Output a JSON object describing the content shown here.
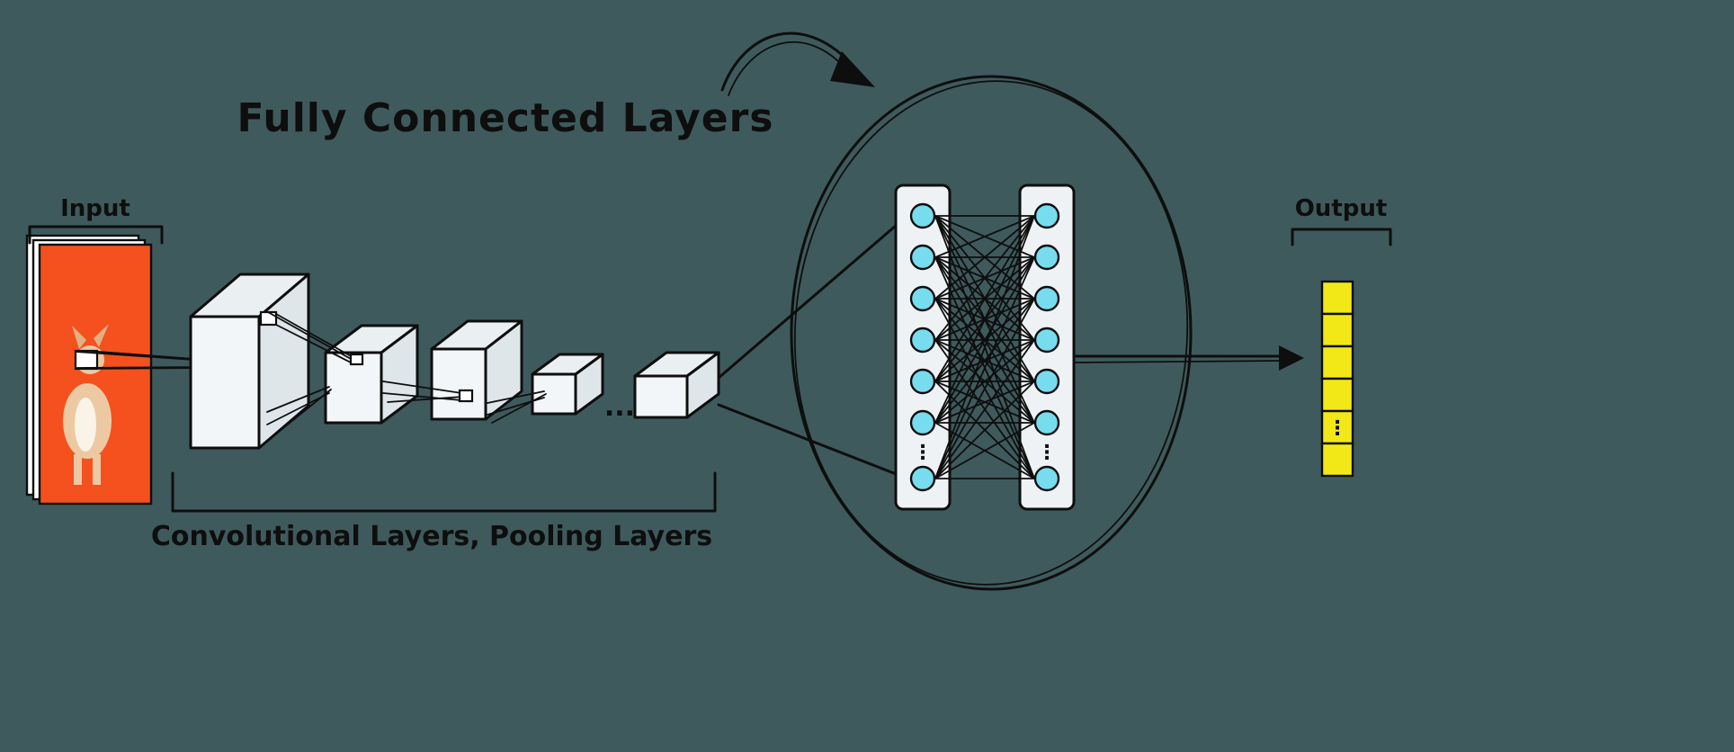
{
  "title": "Fully Connected Layers",
  "labels": {
    "input": "Input",
    "output": "Output",
    "conv_pool": "Convolutional Layers, Pooling Layers",
    "between_boxes_ellipsis": "...",
    "column_ellipsis": "⋮"
  },
  "colors": {
    "background": "#3f5a5d",
    "ink": "#0e0e0e",
    "image_orange": "#f4511e",
    "neuron_cyan": "#76dcee",
    "output_yellow": "#f2e818",
    "layer_panel": "#eef2f4"
  },
  "network": {
    "conv_boxes": 5,
    "fc_columns": 2,
    "visible_neurons_per_column": 7,
    "output_cells": 6
  }
}
